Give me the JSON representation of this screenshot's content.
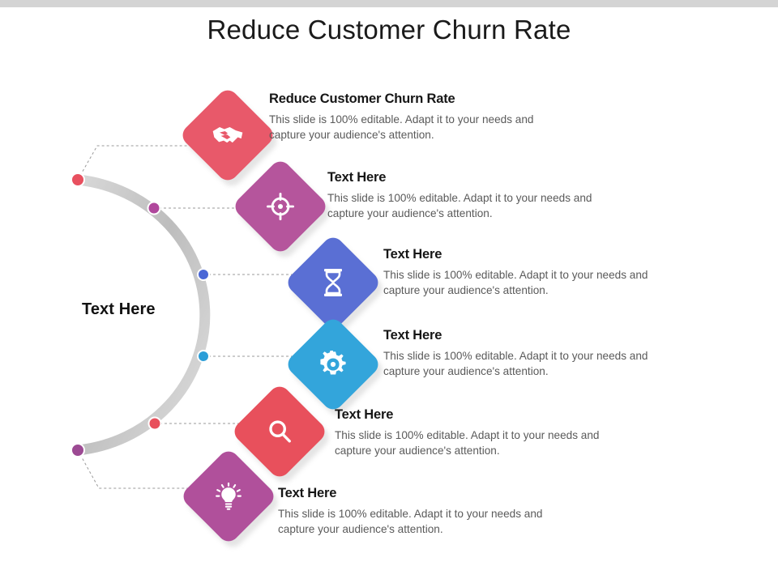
{
  "slide": {
    "title": "Reduce Customer Churn Rate",
    "left_caption": "Text Here",
    "background_color": "#ffffff",
    "top_band_color": "#d4d4d4",
    "arc_color": "#c9c9c9",
    "connector_color": "#9a9a9a"
  },
  "items": [
    {
      "heading": "Reduce Customer Churn Rate",
      "body": "This slide is 100% editable. Adapt it to your needs and capture your audience's attention.",
      "icon": "handshake-icon",
      "color": "#e8596a",
      "dot_color": "#e8505f"
    },
    {
      "heading": "Text Here",
      "body": "This slide is 100% editable. Adapt it to your needs and capture your audience's attention.",
      "icon": "target-icon",
      "color": "#b5559c",
      "dot_color": "#b0479c"
    },
    {
      "heading": "Text Here",
      "body": "This slide is 100% editable. Adapt it to your needs and capture your audience's attention.",
      "icon": "hourglass-icon",
      "color": "#5a6fd4",
      "dot_color": "#4a67d6"
    },
    {
      "heading": "Text Here",
      "body": "This slide is 100% editable. Adapt it to your needs and capture your audience's attention.",
      "icon": "gear-icon",
      "color": "#33a5db",
      "dot_color": "#2b9ed8"
    },
    {
      "heading": "Text Here",
      "body": "This slide is 100% editable. Adapt it to your needs and capture your audience's attention.",
      "icon": "magnifier-icon",
      "color": "#e8505c",
      "dot_color": "#e8505c"
    },
    {
      "heading": "Text Here",
      "body": "This slide is 100% editable. Adapt it to your needs and capture your audience's attention.",
      "icon": "lightbulb-icon",
      "color": "#b0509b",
      "dot_color": "#9c4a93"
    }
  ]
}
